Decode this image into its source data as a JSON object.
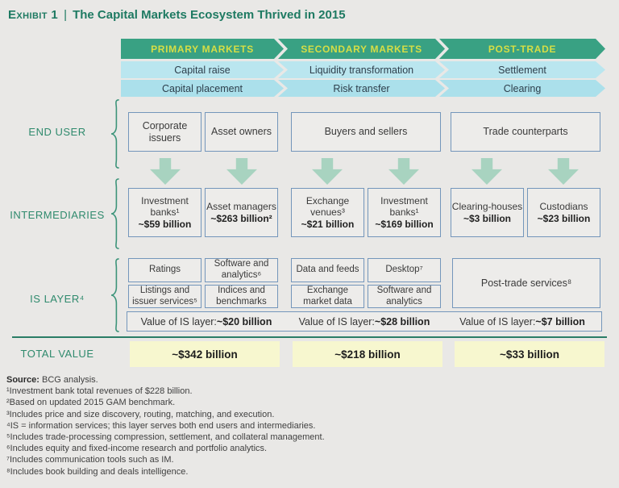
{
  "title": {
    "exhibit_label": "Exhibit 1",
    "divider": "|",
    "text": "The Capital Markets Ecosystem Thrived in 2015"
  },
  "colors": {
    "band_green": "#39a183",
    "band_text_yellow": "#d6de45",
    "band_blue_light": "#bae6ef",
    "band_blue_dark": "#abe0eb",
    "label_green": "#2f8a6d",
    "box_border_blue": "#7496bb",
    "arrow_green": "#a8d3c0",
    "total_yellow": "#f7f7cf",
    "rule_green": "#2a7d66"
  },
  "segments": [
    {
      "header": "PRIMARY MARKETS",
      "function1": "Capital raise",
      "function2": "Capital placement"
    },
    {
      "header": "SECONDARY MARKETS",
      "function1": "Liquidity transformation",
      "function2": "Risk transfer"
    },
    {
      "header": "POST-TRADE",
      "function1": "Settlement",
      "function2": "Clearing"
    }
  ],
  "end_user": {
    "label": "END USER",
    "boxes": [
      "Corporate issuers",
      "Asset owners",
      "Buyers and sellers",
      "Trade counterparts"
    ]
  },
  "intermediaries": {
    "label": "INTERMEDIARIES",
    "boxes": [
      {
        "name": "Investment banks¹",
        "value": "~$59 billion"
      },
      {
        "name": "Asset managers",
        "value": "~$263 billion²"
      },
      {
        "name": "Exchange venues³",
        "value": "~$21 billion"
      },
      {
        "name": "Investment banks¹",
        "value": "~$169 billion"
      },
      {
        "name": "Clearing-houses",
        "value": "~$3 billion"
      },
      {
        "name": "Custodians",
        "value": "~$23 billion"
      }
    ]
  },
  "is_layer": {
    "label": "IS LAYER⁴",
    "boxes_row1": [
      "Ratings",
      "Software and analytics⁶",
      "Data and feeds",
      "Desktop⁷"
    ],
    "boxes_row2": [
      "Listings and issuer services⁵",
      "Indices and benchmarks",
      "Exchange market data",
      "Software and analytics"
    ],
    "post_trade_box": "Post-trade services⁸",
    "values": [
      {
        "prefix": "Value of IS layer: ",
        "value": "~$20 billion"
      },
      {
        "prefix": "Value of IS layer: ",
        "value": "~$28 billion"
      },
      {
        "prefix": "Value of IS layer: ",
        "value": "~$7 billion"
      }
    ]
  },
  "total": {
    "label": "TOTAL VALUE",
    "values": [
      "~$342 billion",
      "~$218 billion",
      "~$33 billion"
    ]
  },
  "footnotes": {
    "source_label": "Source:",
    "source_text": " BCG analysis.",
    "lines": [
      "¹Investment bank total revenues of $228 billion.",
      "²Based on updated 2015 GAM benchmark.",
      "³Includes price and size discovery, routing, matching, and execution.",
      "⁴IS = information services; this layer serves both end users and intermediaries.",
      "⁵Includes trade-processing compression, settlement, and collateral management.",
      "⁶Includes equity and fixed-income research and portfolio analytics.",
      "⁷Includes communication tools such as IM.",
      "⁸Includes book building and deals intelligence."
    ]
  }
}
